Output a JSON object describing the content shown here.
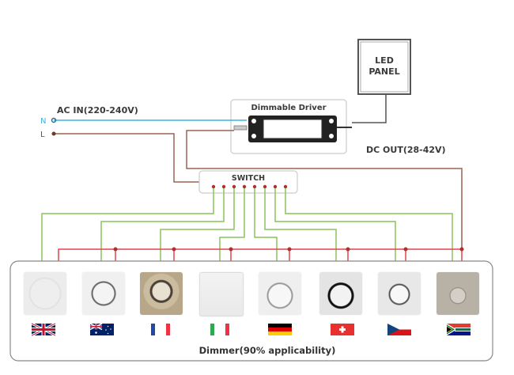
{
  "ac_in": {
    "label": "AC IN(220-240V)",
    "neutral": "N",
    "live": "L"
  },
  "driver": {
    "label": "Dimmable Driver"
  },
  "led_panel": {
    "line1": "LED",
    "line2": "PANEL"
  },
  "dc_out": {
    "label": "DC OUT(28-42V)"
  },
  "switch": {
    "label": "SWITCH",
    "terminals": 8
  },
  "dimmer_panel": {
    "caption": "Dimmer(90% applicability)"
  },
  "countries": [
    {
      "name": "United Kingdom",
      "flag": "uk"
    },
    {
      "name": "Australia",
      "flag": "au"
    },
    {
      "name": "France",
      "flag": "fr"
    },
    {
      "name": "Italy",
      "flag": "it"
    },
    {
      "name": "Germany",
      "flag": "de"
    },
    {
      "name": "Switzerland",
      "flag": "ch"
    },
    {
      "name": "Czech Republic",
      "flag": "cz"
    },
    {
      "name": "South Africa",
      "flag": "za"
    }
  ],
  "colors": {
    "neutral_wire": "#3db2e0",
    "live_wire": "#9a6450",
    "signal_wire": "#8cc45a",
    "bus_wire": "#e0444c",
    "junction": "#b0302e"
  }
}
